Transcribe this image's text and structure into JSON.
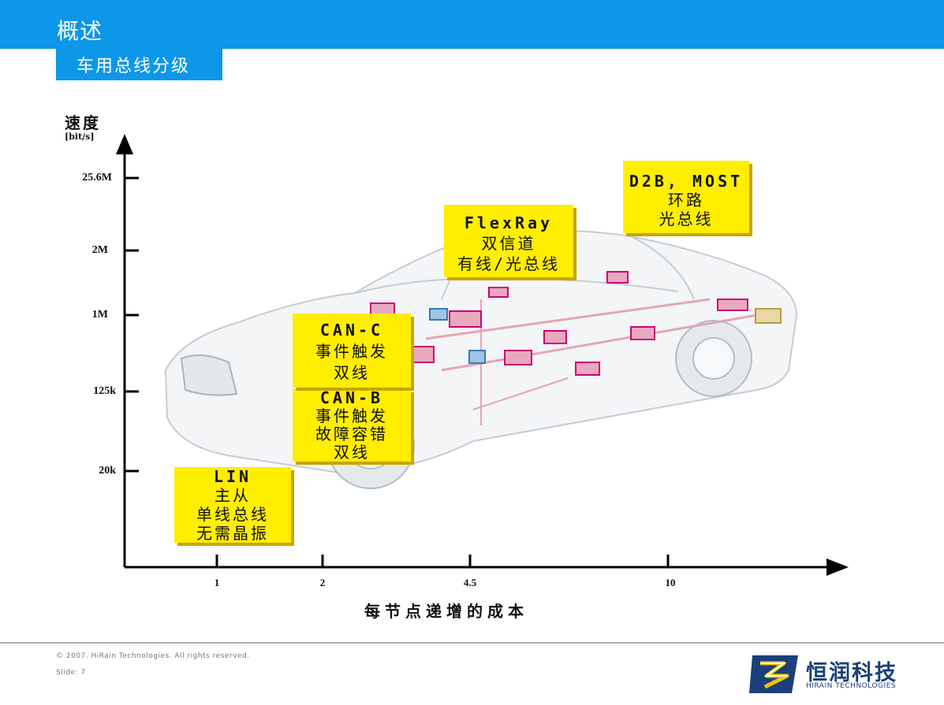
{
  "header": {
    "title": "概述",
    "subtitle": "车用总线分级"
  },
  "diagram": {
    "y_axis": {
      "label": "速度",
      "unit": "[bit/s]",
      "ticks": [
        "25.6M",
        "2M",
        "1M",
        "125k",
        "20k"
      ]
    },
    "x_axis": {
      "label": "每节点递增的成本",
      "ticks": [
        "1",
        "2",
        "4.5",
        "10"
      ]
    },
    "boxes": {
      "lin": {
        "lines": [
          "LIN",
          "主从",
          "单线总线",
          "无需晶振"
        ]
      },
      "canb": {
        "lines": [
          "CAN-B",
          "事件触发",
          "故障容错",
          "双线"
        ]
      },
      "canc": {
        "lines": [
          "CAN-C",
          "事件触发",
          "双线"
        ]
      },
      "flexray": {
        "lines": [
          "FlexRay",
          "双信道",
          "有线/光总线"
        ]
      },
      "most": {
        "lines": [
          "D2B, MOST",
          "环路",
          "光总线"
        ]
      }
    },
    "colors": {
      "box_fill": "#ffee00",
      "header_bar": "#0c97e8"
    },
    "illustration": "car-wiring-image"
  },
  "footer": {
    "copyright": "© 2007. HiRain Technologies. All rights reserved.",
    "slide": "Slide: 7",
    "logo_name": "恒润科技",
    "logo_en": "HIRAIN TECHNOLOGIES"
  }
}
